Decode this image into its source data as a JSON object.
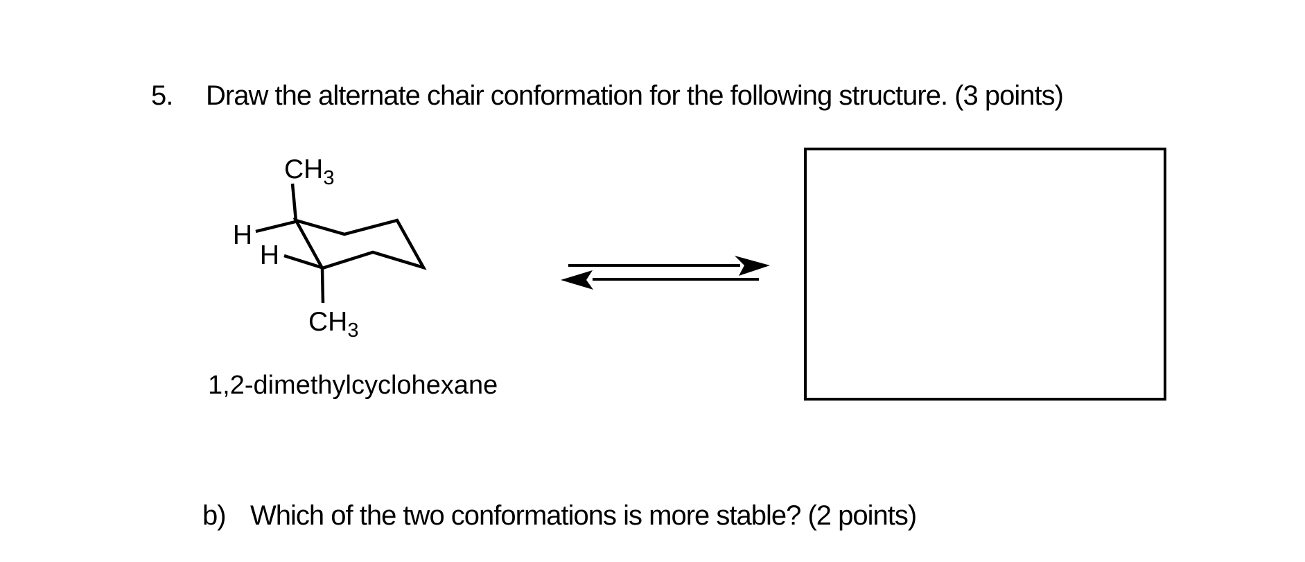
{
  "page": {
    "colors": {
      "paper": "#ffffff",
      "ink": "#000000"
    }
  },
  "question": {
    "number": "5.",
    "text": "Draw the alternate chair conformation for the following structure. (3 points)",
    "points": "3 points"
  },
  "structure": {
    "name_label": "1,2-dimethylcyclohexane",
    "description": "chair conformation of cyclohexane ring",
    "atoms": {
      "methyl_top": {
        "main": "CH",
        "sub": "3"
      },
      "methyl_bottom": {
        "main": "CH",
        "sub": "3"
      },
      "h_upper": "H",
      "h_lower": "H"
    }
  },
  "equilibrium": {
    "type": "double-harpoon equilibrium arrows",
    "forward_direction": "right",
    "reverse_direction": "left"
  },
  "answer_box": {
    "content": ""
  },
  "part_b": {
    "label": "b)",
    "text": "Which of the two conformations is more stable? (2 points)",
    "points": "2 points"
  }
}
